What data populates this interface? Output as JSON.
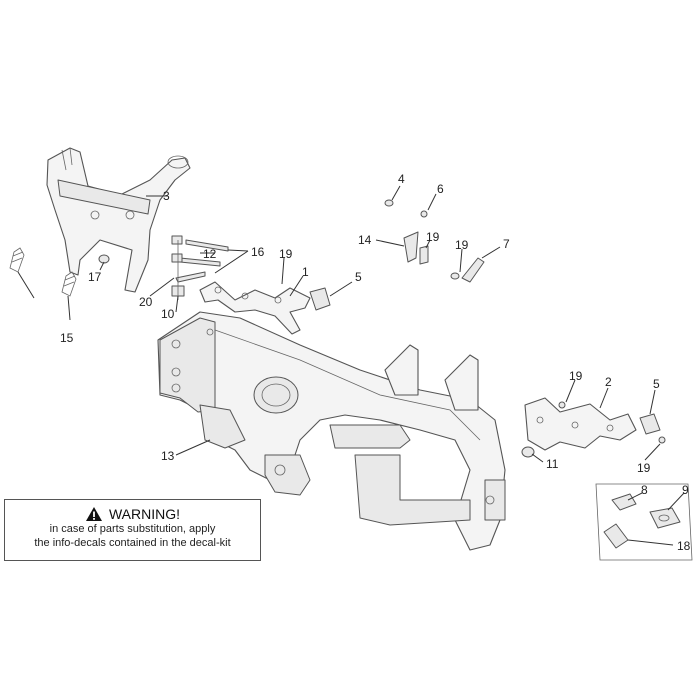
{
  "callouts": {
    "c1": "1",
    "c2": "2",
    "c3": "3",
    "c4": "4",
    "c5a": "5",
    "c5b": "5",
    "c6": "6",
    "c7": "7",
    "c8": "8",
    "c9": "9",
    "c10": "10",
    "c11": "11",
    "c12": "12",
    "c13": "13",
    "c14": "14",
    "c15": "15",
    "c16": "16",
    "c17": "17",
    "c18": "18",
    "c19a": "19",
    "c19b": "19",
    "c19c": "19",
    "c19d": "19",
    "c19e": "19",
    "c20": "20"
  },
  "warning": {
    "title": "WARNING!",
    "line1": "in case of parts substitution, apply",
    "line2": "the info-decals contained in the decal-kit",
    "icon": "warning-triangle-icon"
  },
  "colors": {
    "line": "#333333",
    "part_fill": "#f4f4f4"
  }
}
